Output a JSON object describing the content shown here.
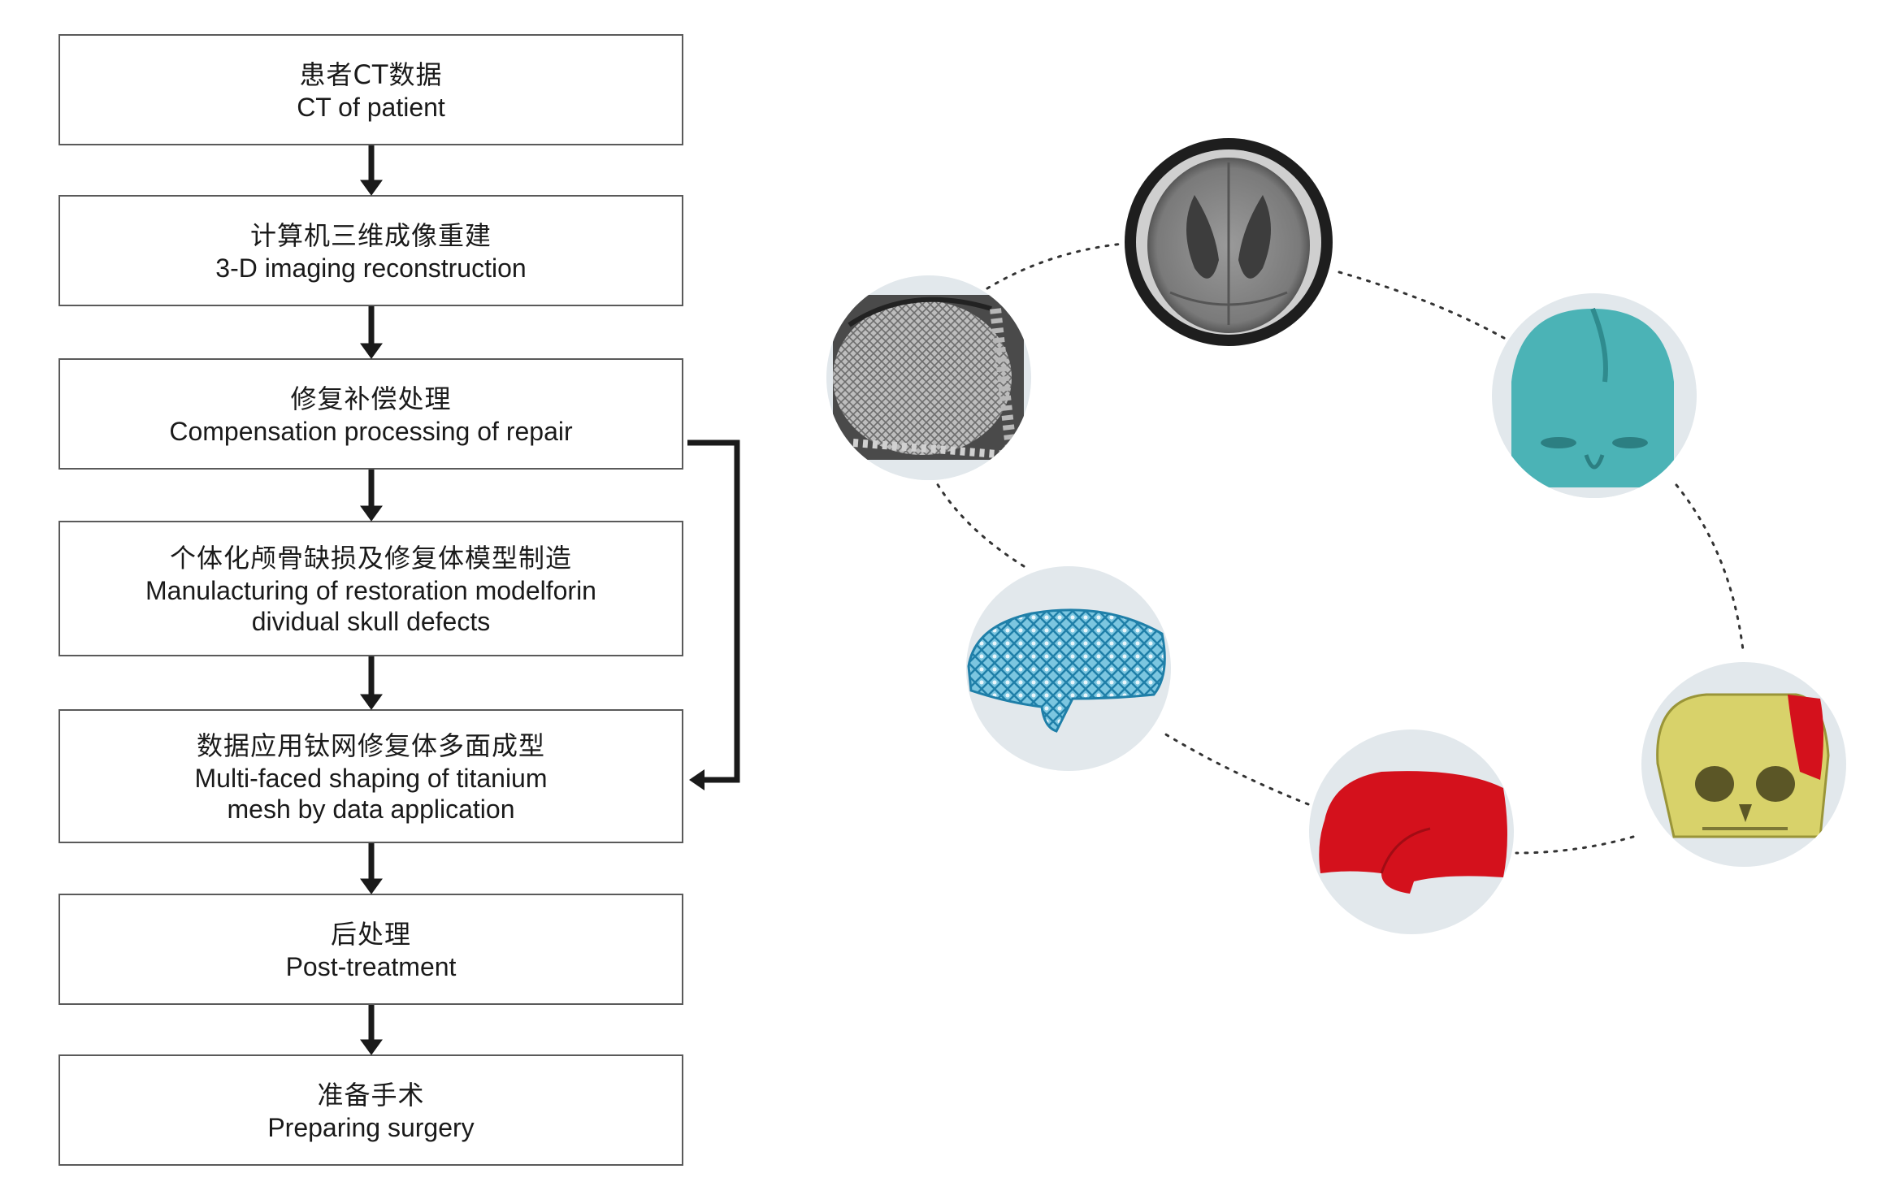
{
  "flowchart": {
    "steps": [
      {
        "zh": "患者CT数据",
        "en": "CT of patient"
      },
      {
        "zh": "计算机三维成像重建",
        "en": "3-D imaging reconstruction"
      },
      {
        "zh": "修复补偿处理",
        "en": "Compensation processing of repair"
      },
      {
        "zh": "个体化颅骨缺损及修复体模型制造",
        "en": "Manulacturing of restoration modelforin",
        "en2": "dividual skull defects"
      },
      {
        "zh": "数据应用钛网修复体多面成型",
        "en": "Multi-faced shaping of titanium",
        "en2": "mesh by data application"
      },
      {
        "zh": "后处理",
        "en": "Post-treatment"
      },
      {
        "zh": "准备手术",
        "en": "Preparing surgery"
      }
    ]
  },
  "cycle_images": [
    {
      "icon": "ct-brain-scan-icon"
    },
    {
      "icon": "3d-face-reconstruction-icon"
    },
    {
      "icon": "skull-with-defect-icon"
    },
    {
      "icon": "red-implant-model-icon"
    },
    {
      "icon": "blue-titanium-mesh-icon"
    },
    {
      "icon": "implanted-mesh-photo-icon"
    }
  ],
  "colors": {
    "box_border": "#5a5a5a",
    "arrow": "#1a1a1a",
    "circle_bg": "#e2e8ec",
    "implant_red": "#d4111c",
    "skull_yellow": "#d8d26a",
    "face_teal": "#4bb3b6",
    "mesh_blue": "#3c9cc4"
  }
}
